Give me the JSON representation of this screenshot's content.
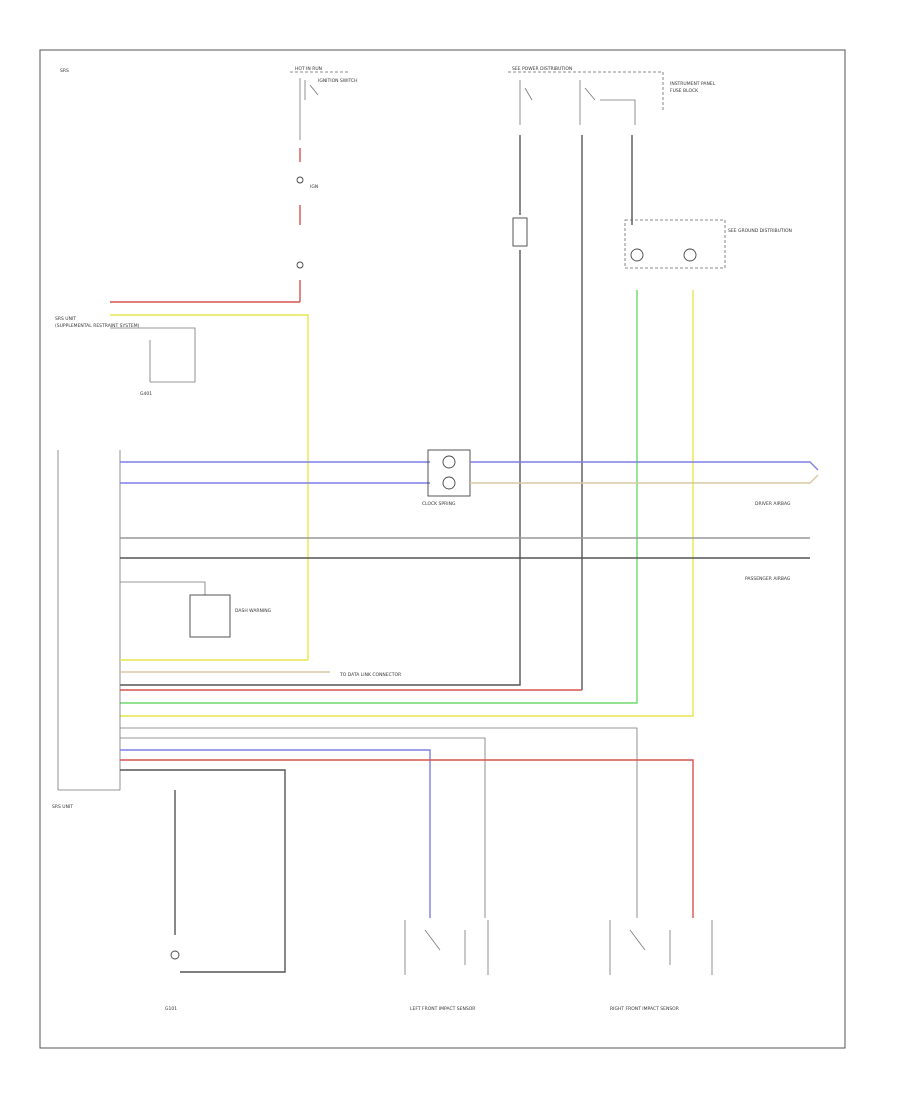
{
  "colors": {
    "red": "#d9534f",
    "yellow": "#e6e64c",
    "green": "#6fd86f",
    "blue": "#7f7fe8",
    "dark": "#555555",
    "tan": "#d8c8a0",
    "gray": "#999999",
    "border": "#555555"
  },
  "labels": {
    "hot_in_run": "HOT IN RUN",
    "hot_in_run_sub": "IGNITION SWITCH",
    "ign": "IGN",
    "mid_header": "SEE POWER DISTRIBUTION",
    "right_header": "SEE GROUND DISTRIBUTION",
    "mid_label": "INSTRUMENT PANEL",
    "mid_sub": "FUSE BLOCK",
    "left_module": "SRS UNIT",
    "left_module_sub": "(SUPPLEMENTAL RESTRAINT SYSTEM)",
    "ground_top": "G401",
    "clock_spring": "CLOCK SPRING",
    "driver_airbag": "DRIVER AIRBAG",
    "passenger_airbag": "PASSENGER AIRBAG",
    "dash_connector": "DASH WARNING",
    "data_link": "TO DATA LINK CONNECTOR",
    "srs_unit": "SRS UNIT",
    "ground_bottom": "G101",
    "left_sensor": "LEFT FRONT IMPACT SENSOR",
    "right_sensor": "RIGHT FRONT IMPACT SENSOR",
    "corner_code": "SRS"
  }
}
